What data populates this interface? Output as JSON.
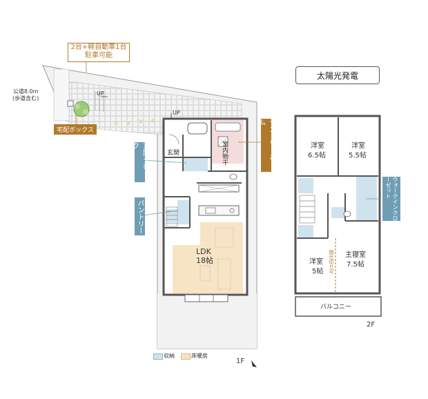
{
  "parking_note": {
    "line1": "2台+軽自動車1台",
    "line2": "駐車可能"
  },
  "road_note": {
    "line1": "公道8.0m",
    "line2": "(歩道含む)"
  },
  "solar": "太陽光発電",
  "tags": {
    "delivery_box": "宅配ボックス",
    "entrance_cloak": "玄関クローク",
    "pantry": "パントリー",
    "laundry_room": "ランドリールーム",
    "walk_in_closet": "ウォークインクローゼット"
  },
  "floor1": {
    "label": "1F",
    "rooms": {
      "genkan": "玄関",
      "indoor_dry": "室内物干",
      "ldk_name": "LDK",
      "ldk_size": "18帖",
      "up1": "UP",
      "up2": "UP"
    }
  },
  "floor2": {
    "label": "2F",
    "rooms": {
      "yoshitsu_a_name": "洋室",
      "yoshitsu_a_size": "6.5帖",
      "yoshitsu_b_name": "洋室",
      "yoshitsu_b_size": "5.5帖",
      "yoshitsu_c_name": "洋室",
      "yoshitsu_c_size": "5帖",
      "master_name": "主寝室",
      "master_size": "7.5帖",
      "partition_note": "間仕切り可",
      "balcony": "バルコニー"
    }
  },
  "legend": {
    "storage": "収納",
    "floor_heating": "床暖房"
  },
  "colors": {
    "wall": "#555555",
    "storage": "#cfe3ee",
    "floor_heating": "#f6e4c4",
    "laundry": "#f5dcdc",
    "tag_blue": "#6f9db4",
    "tag_brown": "#b07a2a",
    "yard": "#eeeeee",
    "tree": "#9ccc7a"
  }
}
